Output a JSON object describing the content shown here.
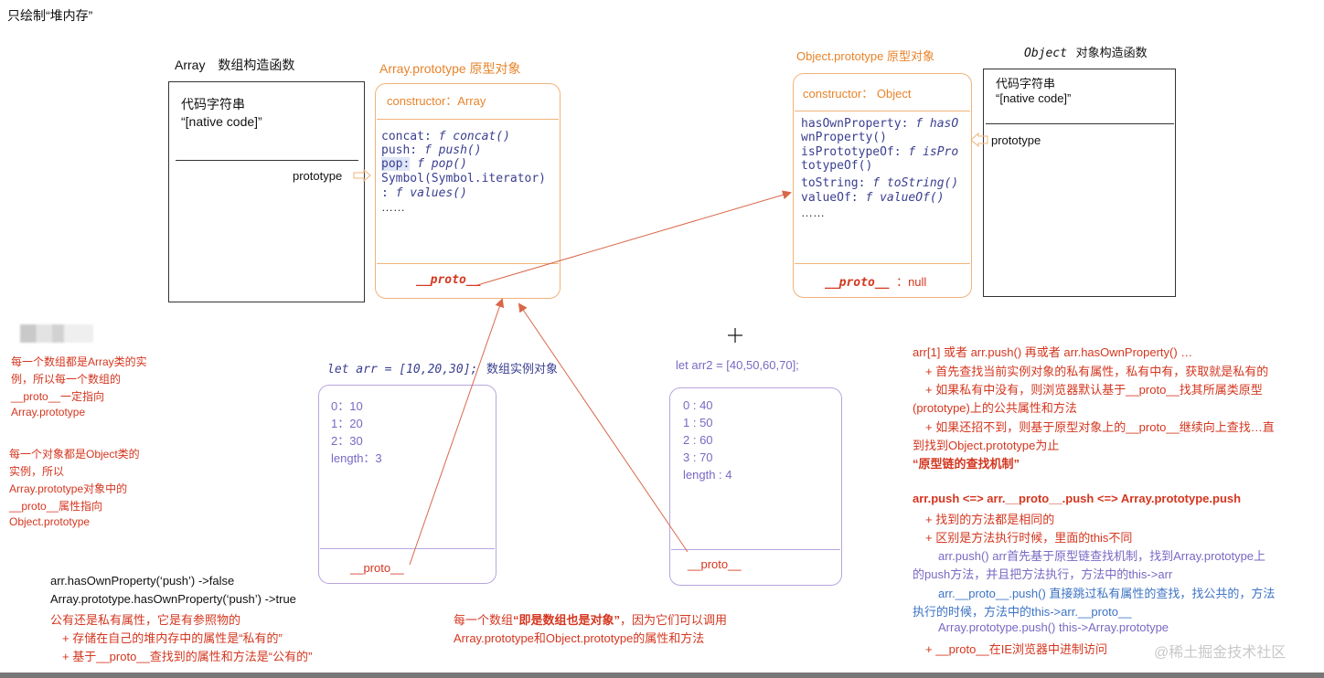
{
  "page_title": "只绘制“堆内存”",
  "array_ctor": {
    "label_prefix": "Array",
    "label_suffix": "数组构造函数",
    "code_string": "代码字符串",
    "native_code": "“[native code]”",
    "prototype_label": "prototype"
  },
  "array_proto": {
    "title": "Array.prototype 原型对象",
    "constructor_line": "constructor：Array",
    "methods": [
      {
        "key": "concat:",
        "fn": " f concat()"
      },
      {
        "key": "push:",
        "fn": " f push()"
      },
      {
        "key": "pop:",
        "fn": " f pop()"
      },
      {
        "key": "Symbol(Symbol.iterator)",
        "fn": ""
      },
      {
        "key": ":",
        "fn": " f values()"
      }
    ],
    "ellipsis": "……",
    "proto_label": "__proto__"
  },
  "object_proto": {
    "title": "Object.prototype 原型对象",
    "constructor_line": "constructor： Object",
    "methods": [
      {
        "key": "hasOwnProperty:",
        "fn": " f hasO"
      },
      {
        "key": "wnProperty()",
        "fn": ""
      },
      {
        "key": "isPrototypeOf:",
        "fn": " f isPro"
      },
      {
        "key": "totypeOf()",
        "fn": ""
      },
      {
        "key": "toString:",
        "fn": " f toString()"
      },
      {
        "key": "valueOf:",
        "fn": " f valueOf()"
      }
    ],
    "ellipsis": "……",
    "proto_label": "__proto__",
    "proto_value": "：null"
  },
  "object_ctor": {
    "label_prefix": "Object",
    "label_suffix": "对象构造函数",
    "code_string": "代码字符串",
    "native_code": "“[native code]”",
    "prototype_label": "prototype"
  },
  "arr1": {
    "decl": "let arr = [10,20,30];",
    "decl_note": "数组实例对象",
    "entries": [
      "0：10",
      "1：20",
      "2：30",
      "length：3"
    ],
    "proto_label": "__proto__"
  },
  "arr2": {
    "decl": "let arr2 = [40,50,60,70];",
    "entries": [
      "0 : 40",
      "1 : 50",
      "2 : 60",
      "3 : 70",
      "length : 4"
    ],
    "proto_label": "__proto__"
  },
  "left_notes": {
    "note1": [
      "每一个数组都是Array类的实",
      "例，所以每一个数组的",
      "__proto__一定指向",
      "Array.prototype"
    ],
    "note2": [
      "每一个对象都是Object类的",
      "实例，所以",
      "Array.prototype对象中的",
      "__proto__属性指向",
      "Object.prototype"
    ]
  },
  "bottom_left": {
    "line1": "arr.hasOwnProperty(‘push’) ->false",
    "line2": "Array.prototype.hasOwnProperty(‘push’) ->true",
    "line3": "公有还是私有属性，它是有参照物的",
    "line4": "+ 存储在自己的堆内存中的属性是“私有的”",
    "line5": "+ 基于__proto__查找到的属性和方法是“公有的”"
  },
  "bottom_center": {
    "line1_pre": "每一个数组",
    "line1_bold": "“即是数组也是对象”",
    "line1_post": "，因为它们可以调用",
    "line2": "Array.prototype和Object.prototype的属性和方法"
  },
  "right_notes": {
    "r1": "arr[1] 或者 arr.push() 再或者 arr.hasOwnProperty() …",
    "r2": "+ 首先查找当前实例对象的私有属性，私有中有，获取就是私有的",
    "r3": "+ 如果私有中没有，则浏览器默认基于__proto__找其所属类原型",
    "r4": "(prototype)上的公共属性和方法",
    "r5": "+ 如果还招不到，则基于原型对象上的__proto__继续向上查找…直",
    "r6": "到找到Object.prototype为止",
    "r7": "“原型链的查找机制”",
    "r8": "arr.push <=> arr.__proto__.push <=> Array.prototype.push",
    "r9": "+ 找到的方法都是相同的",
    "r10": "+ 区别是方法执行时候，里面的this不同",
    "r11": "arr.push()    arr首先基于原型链查找机制，找到Array.prototype上",
    "r12": "的push方法，并且把方法执行，方法中的this->arr",
    "r13": "arr.__proto__.push() 直接跳过私有属性的查找，找公共的，方法",
    "r14": "执行的时候，方法中的this->arr.__proto__",
    "r15": "Array.prototype.push()    this->Array.prototype",
    "r16": "+ __proto__在IE浏览器中进制访问"
  },
  "watermark": "@稀土掘金技术社区",
  "colors": {
    "orange": "#e8842b",
    "red": "#d4361f",
    "purple": "#7a68c4",
    "navy": "#3a3f8f",
    "arrow": "#d9674a"
  }
}
